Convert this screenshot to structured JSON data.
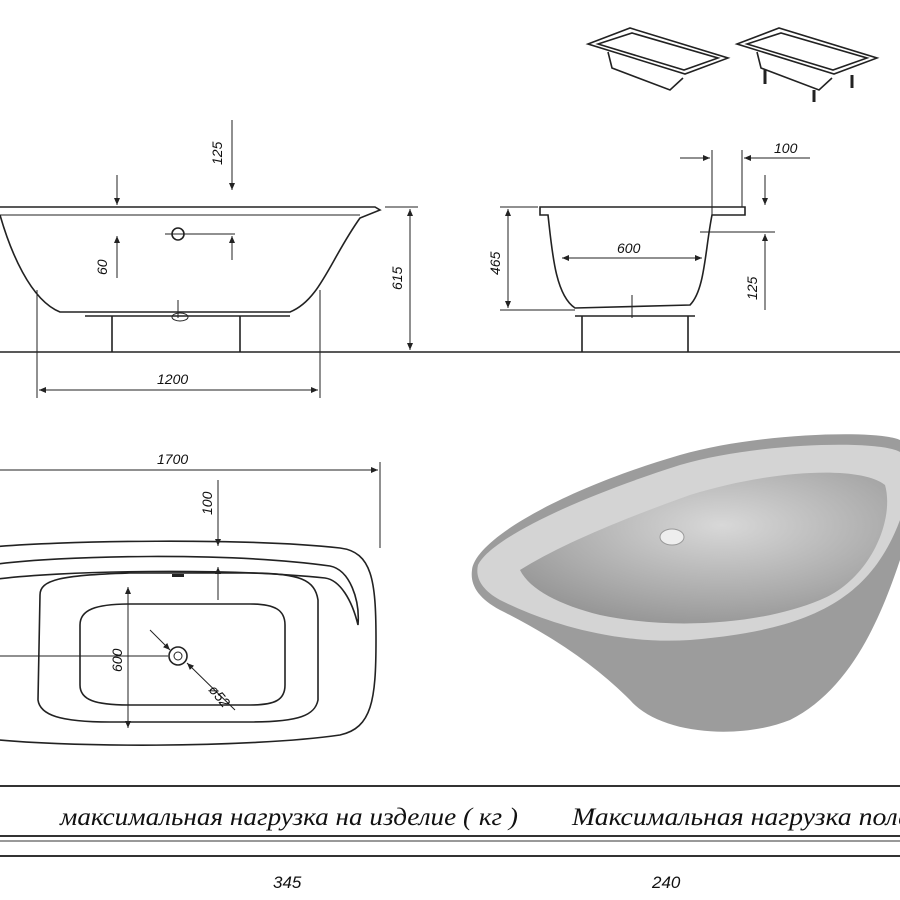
{
  "front_view": {
    "dim_overflow_offset": "125",
    "dim_drain_height": "60",
    "dim_total_height": "615",
    "dim_leg_spacing": "1200"
  },
  "side_view": {
    "dim_rim_width": "100",
    "dim_depth": "465",
    "dim_bottom_width": "600",
    "dim_overflow": "125"
  },
  "plan_view": {
    "dim_length": "1700",
    "dim_rim_offset": "100",
    "dim_width": "600",
    "dim_drain_diameter": "ø52"
  },
  "thumbnails": [
    "bathtub-without-legs",
    "bathtub-with-legs"
  ],
  "table": {
    "headers": [
      "максимальная нагрузка на изделие ( кг )",
      "Максимальная нагрузка пола"
    ],
    "values": [
      "345",
      "240"
    ]
  },
  "colors": {
    "line": "#222222",
    "render": "#b9b9b9"
  }
}
